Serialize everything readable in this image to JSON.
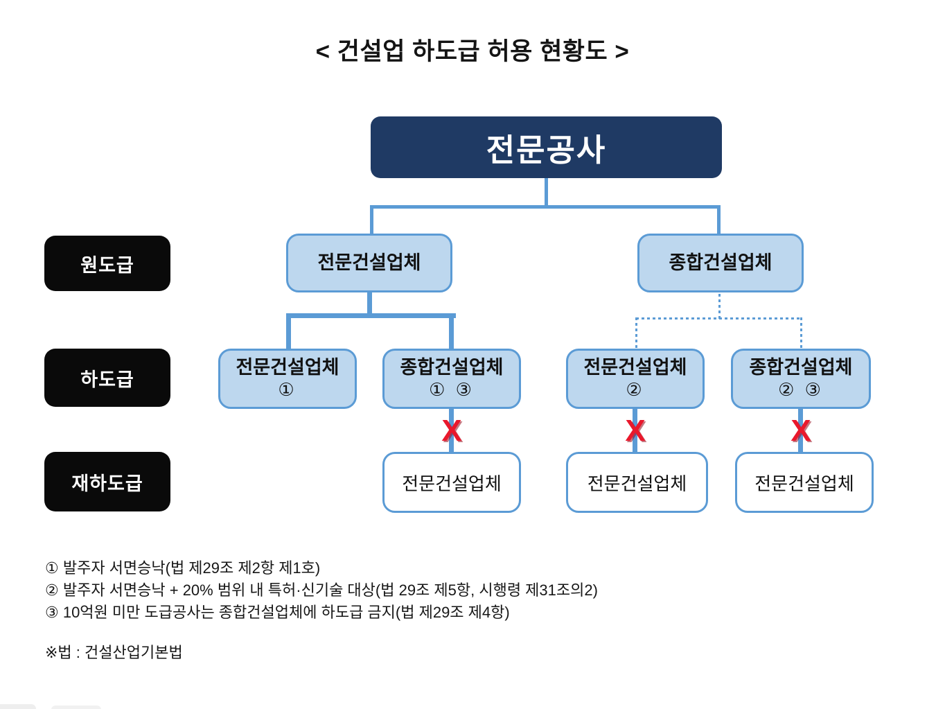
{
  "title": "< 건설업 하도급 허용 현황도 >",
  "root": {
    "label": "전문공사"
  },
  "row_labels": {
    "original": "원도급",
    "sub": "하도급",
    "resub": "재하도급"
  },
  "level1": [
    {
      "label": "전문건설업체"
    },
    {
      "label": "종합건설업체"
    }
  ],
  "level2": [
    {
      "label": "전문건설업체",
      "notes": "①"
    },
    {
      "label": "종합건설업체",
      "notes": "① ③"
    },
    {
      "label": "전문건설업체",
      "notes": "②"
    },
    {
      "label": "종합건설업체",
      "notes": "② ③"
    }
  ],
  "level3": [
    {
      "label": "전문건설업체"
    },
    {
      "label": "전문건설업체"
    },
    {
      "label": "전문건설업체"
    }
  ],
  "prohibited_mark": "X",
  "footnotes": [
    "① 발주자 서면승낙(법 제29조 제2항 제1호)",
    "② 발주자 서면승낙 + 20% 범위 내 특허·신기술 대상(법 29조 제5항, 시행령 제31조의2)",
    "③ 10억원 미만 도급공사는 종합건설업체에 하도급 금지(법 제29조 제4항)"
  ],
  "law_note": "※법 : 건설산업기본법",
  "colors": {
    "navy_box": "#1F3A64",
    "node_fill": "#BDD7EE",
    "node_border": "#5B9BD5",
    "connector_line": "#5B9BD5",
    "row_label_bg": "#0A0A0A",
    "prohibit_red": "#E9182C"
  }
}
